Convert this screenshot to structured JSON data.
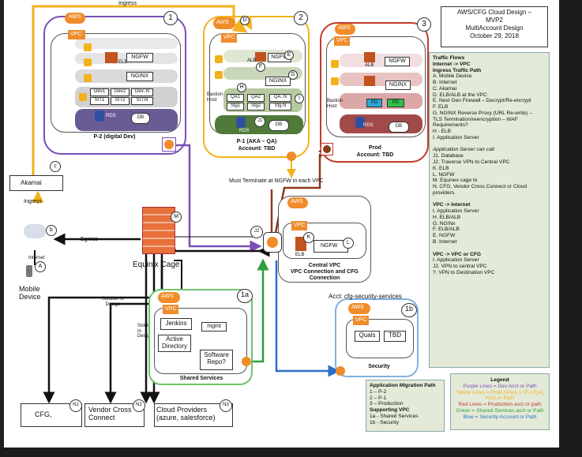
{
  "title": {
    "line1": "AWS/CFG Cloud Design –",
    "line2": "MVP2",
    "line3": "MultiAccount Design",
    "line4": "October 29, 2018"
  },
  "accounts": {
    "p2": {
      "number": "1",
      "name": "P-2 (digital Dev)"
    },
    "p1": {
      "number": "2",
      "name": "P-1 (AKA – QA)",
      "account": "Account: TBD"
    },
    "prod": {
      "number": "3",
      "name": "Prod",
      "account": "Account: TBD"
    },
    "shared": {
      "number": "1a",
      "name": "Shared Services"
    },
    "security": {
      "number": "1b",
      "name": "Security",
      "acct_label": "Acct: cfg-security-services"
    }
  },
  "labels": {
    "aws": "AWS",
    "vpc": "VPC",
    "alb": "ALB",
    "elb": "ELB",
    "ngfw": "NGFW",
    "nginx": "NGINX",
    "rds": "RDS",
    "db": "DB",
    "bastion": "Bastion Host",
    "pd": "PD",
    "dev1": "Dev1",
    "dev2": "Dev2",
    "devn": "Dev..N",
    "sit1": "SIT1",
    "sit2": "SIT2",
    "sitn": "SIT.N",
    "qa1": "QA1",
    "qa2": "QA2",
    "qan": "QA..N",
    "stg1": "Stg1",
    "stg2": "Stg2",
    "stgn": "Stg.N",
    "akamai": "Akamai",
    "ingress": "Ingress",
    "egress": "Egress",
    "internet": "Internet",
    "mobile": "Mobile Device",
    "equinix": "Equinix Cage",
    "central_vpc_1": "Central VPC",
    "central_vpc_2": "VPC Connection and CFG",
    "central_vpc_3": "Connection",
    "must_terminate": "Must Terminate at NGFW in each VPC",
    "solution_design": "Solution In Design",
    "jenkins": "Jenkins",
    "mgmt": "mgmt",
    "active_dir": "Active Directory",
    "software_repo": "Software Repo?",
    "quals": "Quals",
    "tbd": "TBD",
    "cfg": "CFG,",
    "vendor": "Vendor Cross Connect",
    "cloud": "Cloud Providers (azure, salesforce)",
    "n1": "N1",
    "n2": "N2",
    "n3": "N3"
  },
  "markers": {
    "a": "A",
    "b": "b",
    "c": "c",
    "d": "D",
    "e": "E",
    "f": "F",
    "g": "G",
    "h": "H",
    "i": "I",
    "j1": "J1",
    "j2": "J2",
    "k": "K",
    "l": "L",
    "m": "M"
  },
  "traffic_flows": [
    "Traffic Flows",
    "Internet -> VPC",
    "Ingress Traffic Path",
    "A. Mobile Device",
    "B. Internet",
    "C. Akamai",
    "D. ELB/ALB at the VPC",
    "E. Next Gen Firewall – Decrypt/Re-encrypt",
    "F. ELB",
    "G. NGINX Reverse Proxy (URL Re-write) –",
    "TLS Termination/reencryption – WAF",
    "Requirements?",
    "H - ELB",
    "I. Application Server",
    "",
    "Application Server can call",
    "J1. Database",
    "J2. Traverse VPN to Central VPC",
    "K. ELB",
    "L. NGFW",
    "M. Equinex cage to",
    "N. CFG, Vendor Cross Connect or Cloud",
    "providers.",
    "",
    "VPC -> Internet",
    "I. Application Server",
    "H. ELB/ALB",
    "G. NGINx",
    "F. ELB/ALB",
    "E. NGFW",
    "B. Internet",
    "",
    "VPC -> VPC or CFG",
    "I. Application Server",
    "J2. VPN to central VPC",
    "?. VPN to Destination VPC"
  ],
  "migration": [
    "Application Migration Path",
    "1 – P-2",
    "2 – P-1",
    "3 – Production",
    "Supporting VPC",
    "1a - Shared Services",
    "1b - Security"
  ],
  "legend": {
    "title": "Legend",
    "items": [
      {
        "text": "Purple Lines = Dev Acct or Path",
        "color": "#7a4fb3"
      },
      {
        "text": "Yellow Lines = Prod minus 1 (P-1/QA)",
        "color": "#f2b21b"
      },
      {
        "text": "Acct or Path",
        "color": "#f2b21b"
      },
      {
        "text": "Red Lines = Production acct or path",
        "color": "#c0392b"
      },
      {
        "text": "Green = Shared Services acct or Path",
        "color": "#2e9e3e"
      },
      {
        "text": "Blue = Security Account or Path",
        "color": "#2a6fc9"
      }
    ]
  },
  "colors": {
    "purple": "#7a4fb3",
    "yellow": "#f2b21b",
    "red": "#c0392b",
    "green": "#2e9e3e",
    "blue": "#2a6fc9",
    "brown": "#8b3a1a",
    "aws_orange": "#f08c2a",
    "panel": "#e4ead8"
  },
  "icons": [
    "lock-icon",
    "cloud-icon",
    "firewall-icon",
    "mobile-icon",
    "database-icon"
  ]
}
